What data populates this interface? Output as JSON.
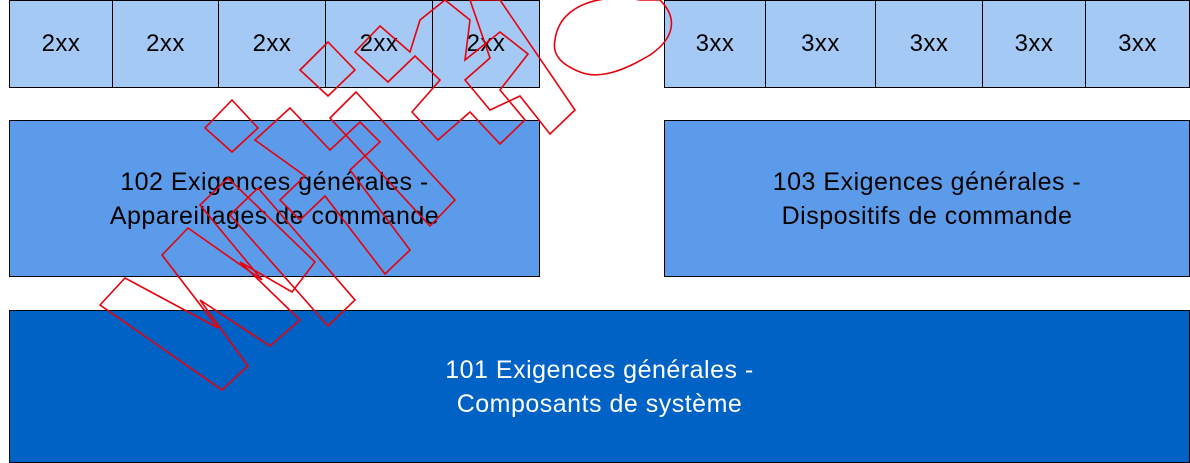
{
  "colors": {
    "part2_box": "#a4c9f4",
    "part102_103_box": "#5c9be9",
    "part101_box": "#0062c4",
    "border": "#000000",
    "watermark": "#e8000b"
  },
  "part2_cells": [
    "2xx",
    "2xx",
    "2xx",
    "2xx",
    "2xx"
  ],
  "part3_cells": [
    "3xx",
    "3xx",
    "3xx",
    "3xx",
    "3xx"
  ],
  "box_102": "102 Exigences générales -\nAppareillages de commande",
  "box_103": "103 Exigences générales -\nDispositifs de commande",
  "box_101": "101 Exigences générales -\nComposants de système",
  "watermark": "Witimdo"
}
